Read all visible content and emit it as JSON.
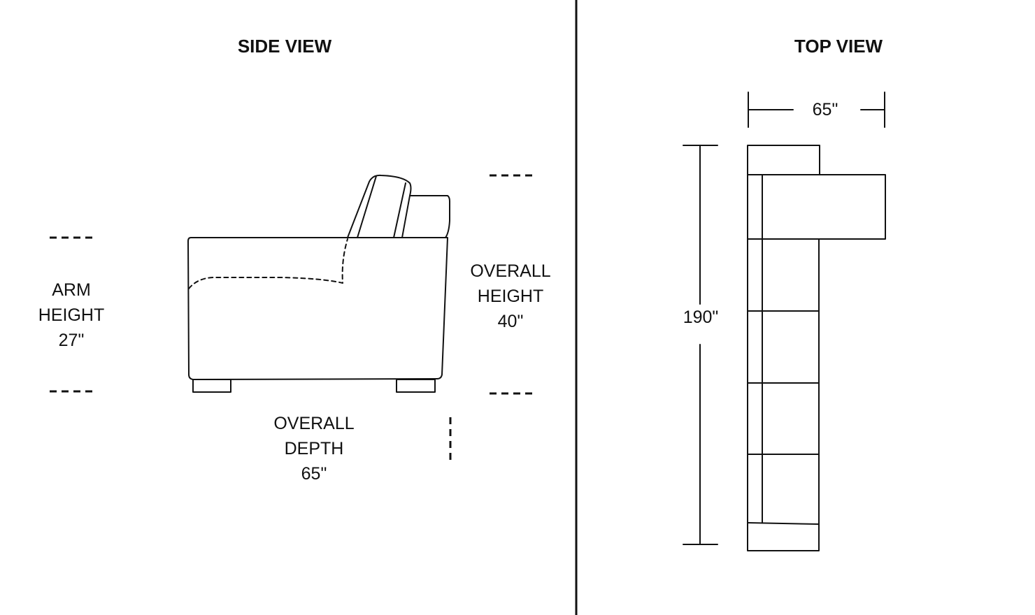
{
  "side_view": {
    "title": "SIDE VIEW",
    "arm_height": {
      "line1": "ARM",
      "line2": "HEIGHT",
      "value": "27\""
    },
    "overall_height": {
      "line1": "OVERALL",
      "line2": "HEIGHT",
      "value": "40\""
    },
    "overall_depth": {
      "line1": "OVERALL",
      "line2": "DEPTH",
      "value": "65\""
    }
  },
  "top_view": {
    "title": "TOP VIEW",
    "width": "65\"",
    "length": "190\""
  }
}
